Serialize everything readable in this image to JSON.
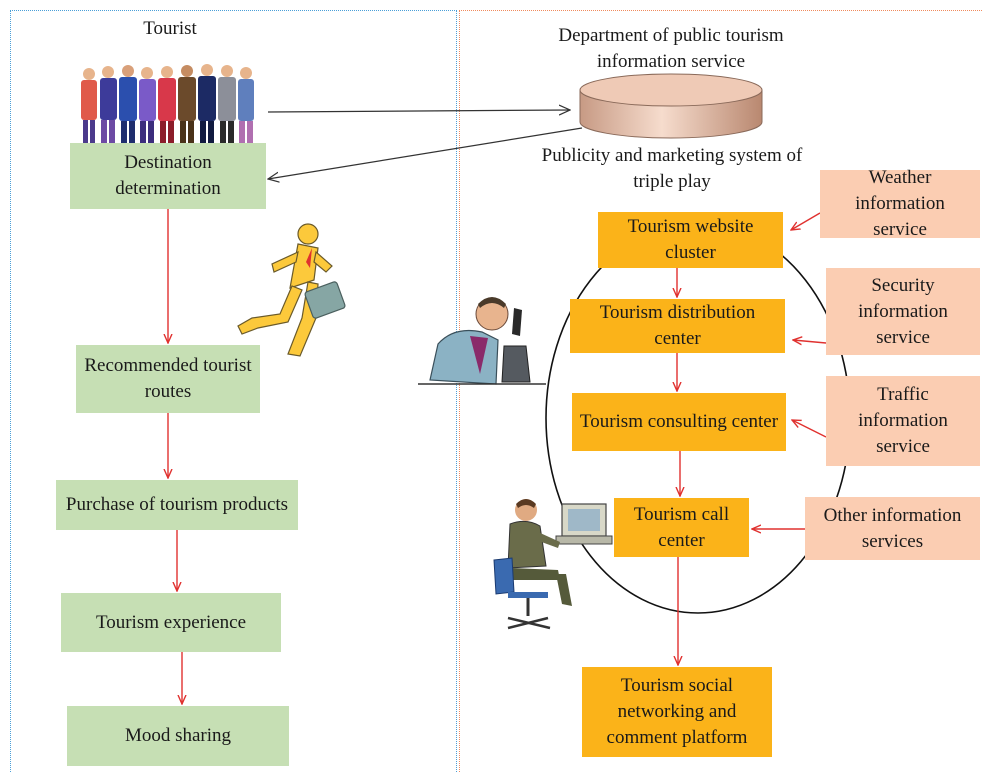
{
  "left_panel": {
    "title": "Tourist",
    "steps": [
      "Destination determination",
      "Recommended tourist routes",
      "Purchase of tourism products",
      "Tourism experience",
      "Mood sharing"
    ]
  },
  "right_panel": {
    "department_label": "Department of public tourism information service",
    "system_label": "Publicity and marketing system of triple play",
    "centers": [
      "Tourism website cluster",
      "Tourism distribution center",
      "Tourism consulting center",
      "Tourism call center"
    ],
    "services": [
      "Weather information service",
      "Security information service",
      "Traffic information service",
      "Other information services"
    ],
    "platform": "Tourism social networking and comment platform"
  },
  "icons": {
    "people": "group-of-tourists-icon",
    "runner": "running-businessman-icon",
    "database": "database-cylinder-icon",
    "phone": "man-on-telephone-icon",
    "computer": "man-at-computer-icon"
  },
  "colors": {
    "green_box": "#c6dfb4",
    "orange_box": "#fbb319",
    "peach_box": "#fbcdb2",
    "arrow_red": "#e0312f",
    "left_border": "#4a9fd8",
    "right_border": "#f08a5d"
  }
}
